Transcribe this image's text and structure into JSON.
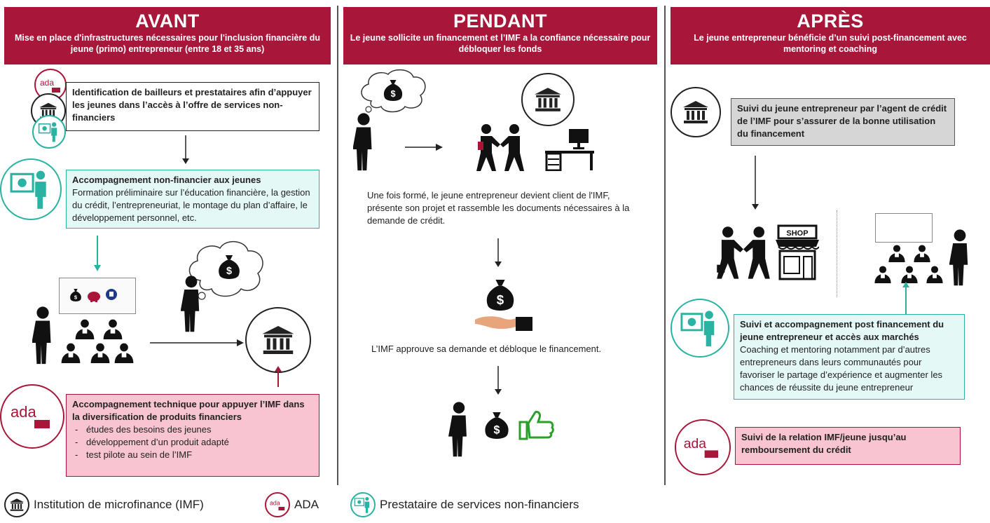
{
  "avant": {
    "title": "AVANT",
    "subtitle": "Mise en place d'infrastructures nécessaires pour l'inclusion financière du jeune (primo) entrepreneur (entre 18 et 35 ans)",
    "box1": "Identification de bailleurs et prestataires afin d’appuyer les jeunes dans l’accès à l’offre de services non-financiers",
    "box2_title": "Accompagnement non-financier aux jeunes",
    "box2_body": "Formation préliminaire sur l’éducation financière, la gestion du crédit, l’entrepreneuriat, le montage du plan d’affaire, le développement personnel, etc.",
    "box3_title": "Accompagnement technique pour appuyer l’IMF dans la diversification de produits financiers",
    "box3_items": [
      "études des besoins des jeunes",
      "développement d’un produit adapté",
      "test pilote au sein de l’IMF"
    ]
  },
  "pendant": {
    "title": "PENDANT",
    "subtitle": "Le jeune sollicite un financement  et l’IMF a la confiance nécessaire pour débloquer les fonds",
    "text1": "Une fois formé, le jeune entrepreneur devient client de l'IMF, présente son projet et rassemble les documents nécessaires à la demande de crédit.",
    "text2": "L’IMF approuve sa demande et débloque le financement."
  },
  "apres": {
    "title": "APRÈS",
    "subtitle": "Le jeune entrepreneur bénéficie d’un suivi post-financement avec mentoring et coaching",
    "box1": "Suivi du jeune entrepreneur par l’agent de crédit de l’IMF pour s’assurer de la bonne utilisation du financement",
    "box2_title": "Suivi et accompagnement post financement du jeune entrepreneur et accès aux marchés",
    "box2_body": "Coaching et mentoring notamment par d’autres entrepreneurs dans leurs communautés pour favoriser le partage d’expérience et augmenter les chances de réussite du jeune entrepreneur",
    "box3": "Suivi de la relation IMF/jeune jusqu’au remboursement du crédit",
    "shop_sign": "SHOP"
  },
  "icons": {
    "money": "$",
    "ada": "ada"
  },
  "legend": {
    "imf": "Institution de microfinance (IMF)",
    "ada": "ADA",
    "prestataire": "Prestataire de services non-financiers"
  },
  "colors": {
    "brand": "#a8163a",
    "teal": "#2ab3a2",
    "pink": "#f8c4d2",
    "gray": "#d6d6d6",
    "green": "#2aa02a"
  }
}
